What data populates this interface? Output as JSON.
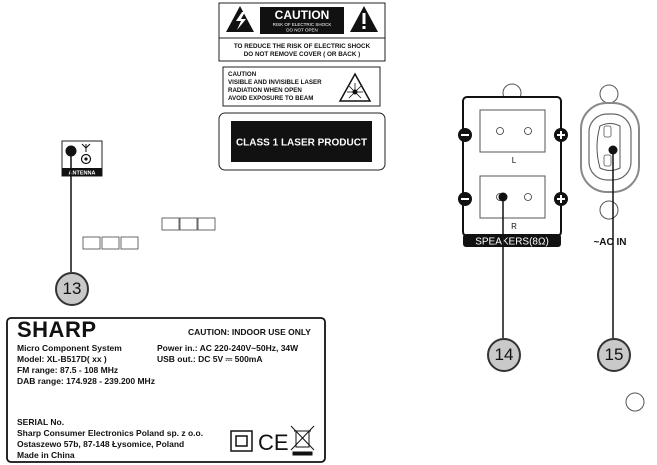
{
  "caution_label": {
    "title": "CAUTION",
    "sub1": "RISK OF ELECTRIC SHOCK",
    "sub2": "DO NOT OPEN",
    "line1": "TO REDUCE THE RISK OF ELECTRIC SHOCK",
    "line2": "DO NOT REMOVE COVER ( OR BACK )"
  },
  "laser_caution": {
    "line1": "CAUTION",
    "line2": "VISIBLE AND INVISIBLE LASER",
    "line3": "RADIATION WHEN OPEN",
    "line4": "AVOID EXPOSURE TO BEAM"
  },
  "class1_label": "CLASS 1 LASER PRODUCT",
  "antenna": {
    "label": "ANTENNA"
  },
  "speakers": {
    "label": "SPEAKERS(8Ω)",
    "left": "L",
    "right": "R"
  },
  "ac_in": {
    "label": "~AC IN"
  },
  "callouts": {
    "antenna": "13",
    "speakers": "14",
    "ac_in": "15"
  },
  "rating_plate": {
    "brand": "SHARP",
    "caution": "CAUTION: INDOOR USE ONLY",
    "product": "Micro Component System",
    "model": "Model: XL-B517D( xx )",
    "fm": "FM range: 87.5 - 108 MHz",
    "dab": "DAB range: 174.928 - 239.200 MHz",
    "power": "Power in.: AC 220-240V~50Hz, 34W",
    "usb": "USB out.: DC 5V ⎓ 500mA",
    "serial": "SERIAL No.",
    "company": "Sharp Consumer Electronics Poland sp. z o.o.",
    "address": "Ostaszewo 57b, 87-148 Łysomice, Poland",
    "origin": "Made in China",
    "ce_mark": "CE"
  }
}
